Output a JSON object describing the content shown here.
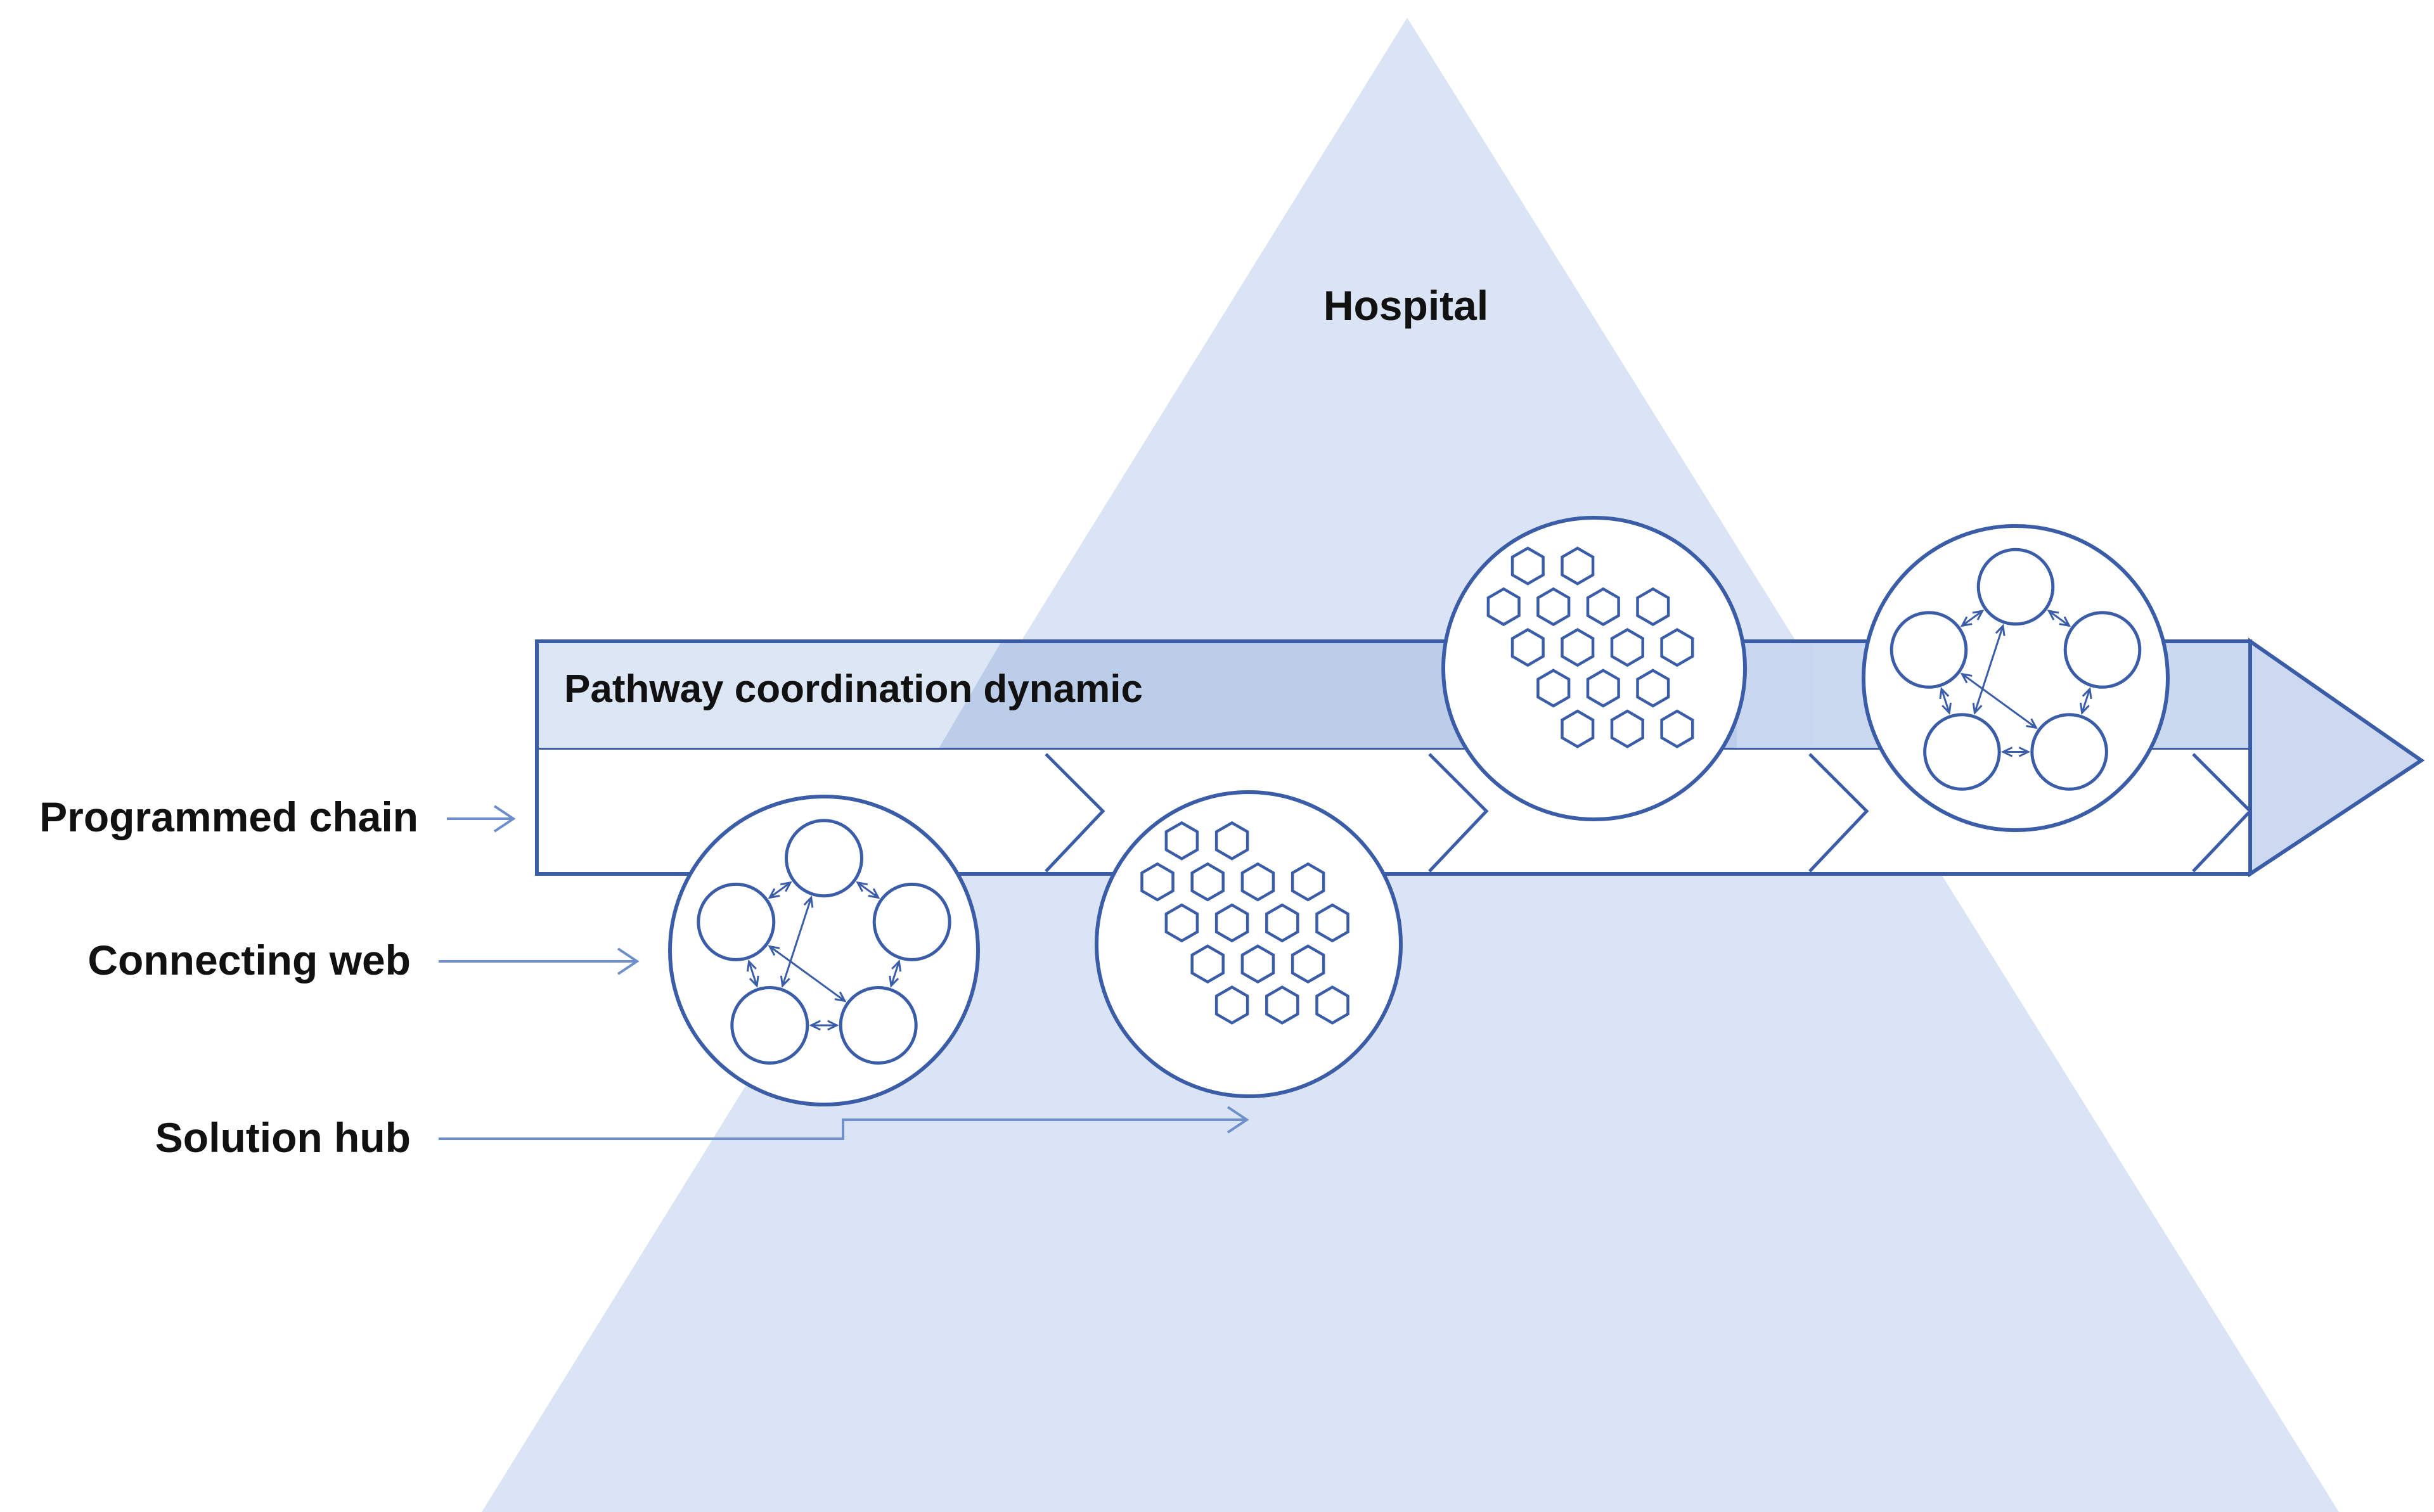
{
  "title": "Hospital",
  "band_label": "Pathway coordination dynamic",
  "legend": [
    {
      "id": "programmed-chain",
      "label": "Programmed chain"
    },
    {
      "id": "connecting-web",
      "label": "Connecting web"
    },
    {
      "id": "solution-hub",
      "label": "Solution hub"
    }
  ],
  "colors": {
    "pyramid_fill": "#dbe4f4",
    "stroke": "#3b5da8",
    "band_fill": "#b6c8e8",
    "band_light": "#dde6f5",
    "arrow_head_fill": "#ccd9f0",
    "pointer_stroke": "#6d8fcc",
    "text": "#111111"
  },
  "icons": {
    "web": "connecting-web-icon",
    "hub": "solution-hub-icon"
  }
}
